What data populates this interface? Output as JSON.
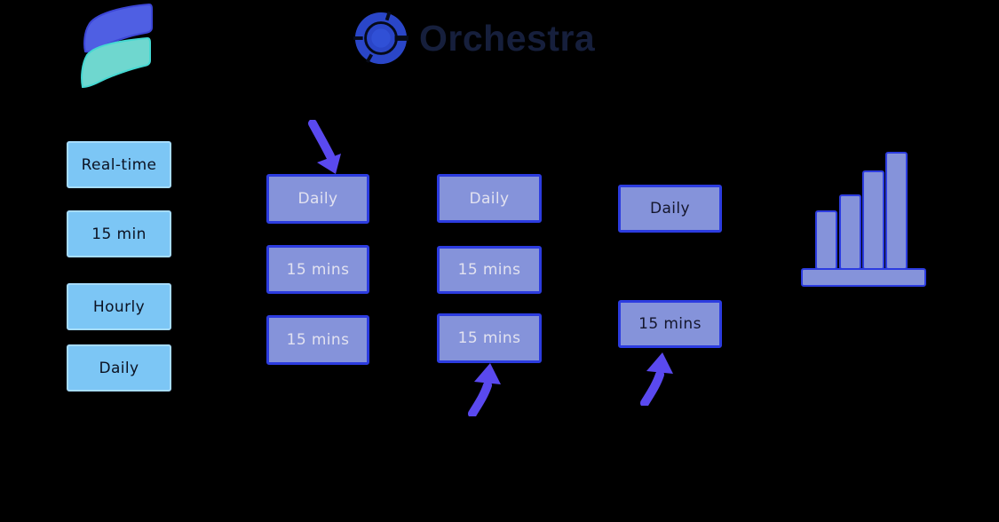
{
  "header": {
    "product_name": "Orchestra",
    "brand_icon": "two-curved-ribbons-logo",
    "product_icon": "segmented-circle-logo"
  },
  "colors": {
    "background": "#000000",
    "source_box_fill": "#7cc6f5",
    "source_box_border": "#a6dcfc",
    "source_text": "#0c1222",
    "schedule_box_fill": "#8593da",
    "schedule_box_border": "#2c3ce0",
    "schedule_text_light": "#e2e2f0",
    "schedule_text_dark": "#14162c",
    "arrow": "#5a49ef",
    "brand_blue": "#4f5fe3",
    "brand_teal": "#6fd7cf",
    "wordmark_navy": "#161f3c"
  },
  "sources": {
    "items": [
      "Real-time",
      "15 min",
      "Hourly",
      "Daily"
    ]
  },
  "pipelines": {
    "col1": {
      "boxes": [
        "Daily",
        "15 mins",
        "15 mins"
      ]
    },
    "col2": {
      "boxes": [
        "Daily",
        "15 mins",
        "15 mins"
      ]
    },
    "col3": {
      "boxes": [
        "Daily",
        "15 mins"
      ]
    }
  },
  "icons": {
    "arrows": [
      "arrow-down-into-col1-top-box",
      "arrow-up-into-col2-bottom-box",
      "arrow-up-into-col3-bottom-box"
    ],
    "chart": "ascending-bar-chart-icon"
  }
}
